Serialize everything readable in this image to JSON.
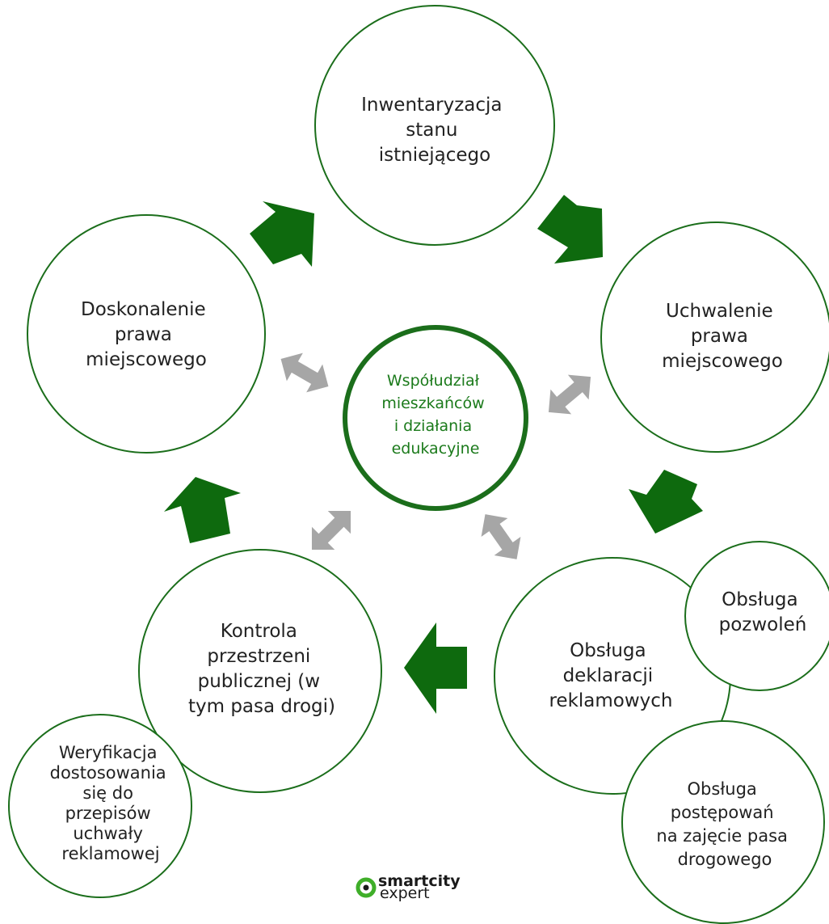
{
  "colors": {
    "accent": "#1b6e1b",
    "center_text": "#1b7a1b",
    "cycle_arrow": "#0e6a0e",
    "link_arrow": "#a6a6a6",
    "logo_ring": "#3fae29"
  },
  "center": {
    "lines": [
      "Współudział",
      "mieszkańców",
      "i działania",
      "edukacyjne"
    ]
  },
  "nodes": {
    "top": {
      "lines": [
        "Inwentaryzacja",
        "stanu",
        "istniejącego"
      ]
    },
    "right": {
      "lines": [
        "Uchwalenie",
        "prawa",
        "miejscowego"
      ]
    },
    "bottom_right": {
      "lines": [
        "Obsługa",
        "deklaracji",
        "reklamowych"
      ]
    },
    "sub_permits": {
      "lines": [
        "Obsługa",
        "pozwoleń"
      ]
    },
    "sub_proceedings": {
      "lines": [
        "Obsługa",
        "postępowań",
        "na zajęcie pasa",
        "drogowego"
      ]
    },
    "bottom_left": {
      "lines": [
        "Kontrola",
        "przestrzeni",
        "publicznej (w",
        "tym pasa drogi)"
      ]
    },
    "sub_verification": {
      "lines": [
        "Weryfikacja",
        "dostosowania",
        "się do",
        "przepisów",
        "uchwały",
        "reklamowej"
      ]
    },
    "left": {
      "lines": [
        "Doskonalenie",
        "prawa",
        "miejscowego"
      ]
    }
  },
  "logo": {
    "top": "smartcity",
    "bottom": "expert"
  }
}
